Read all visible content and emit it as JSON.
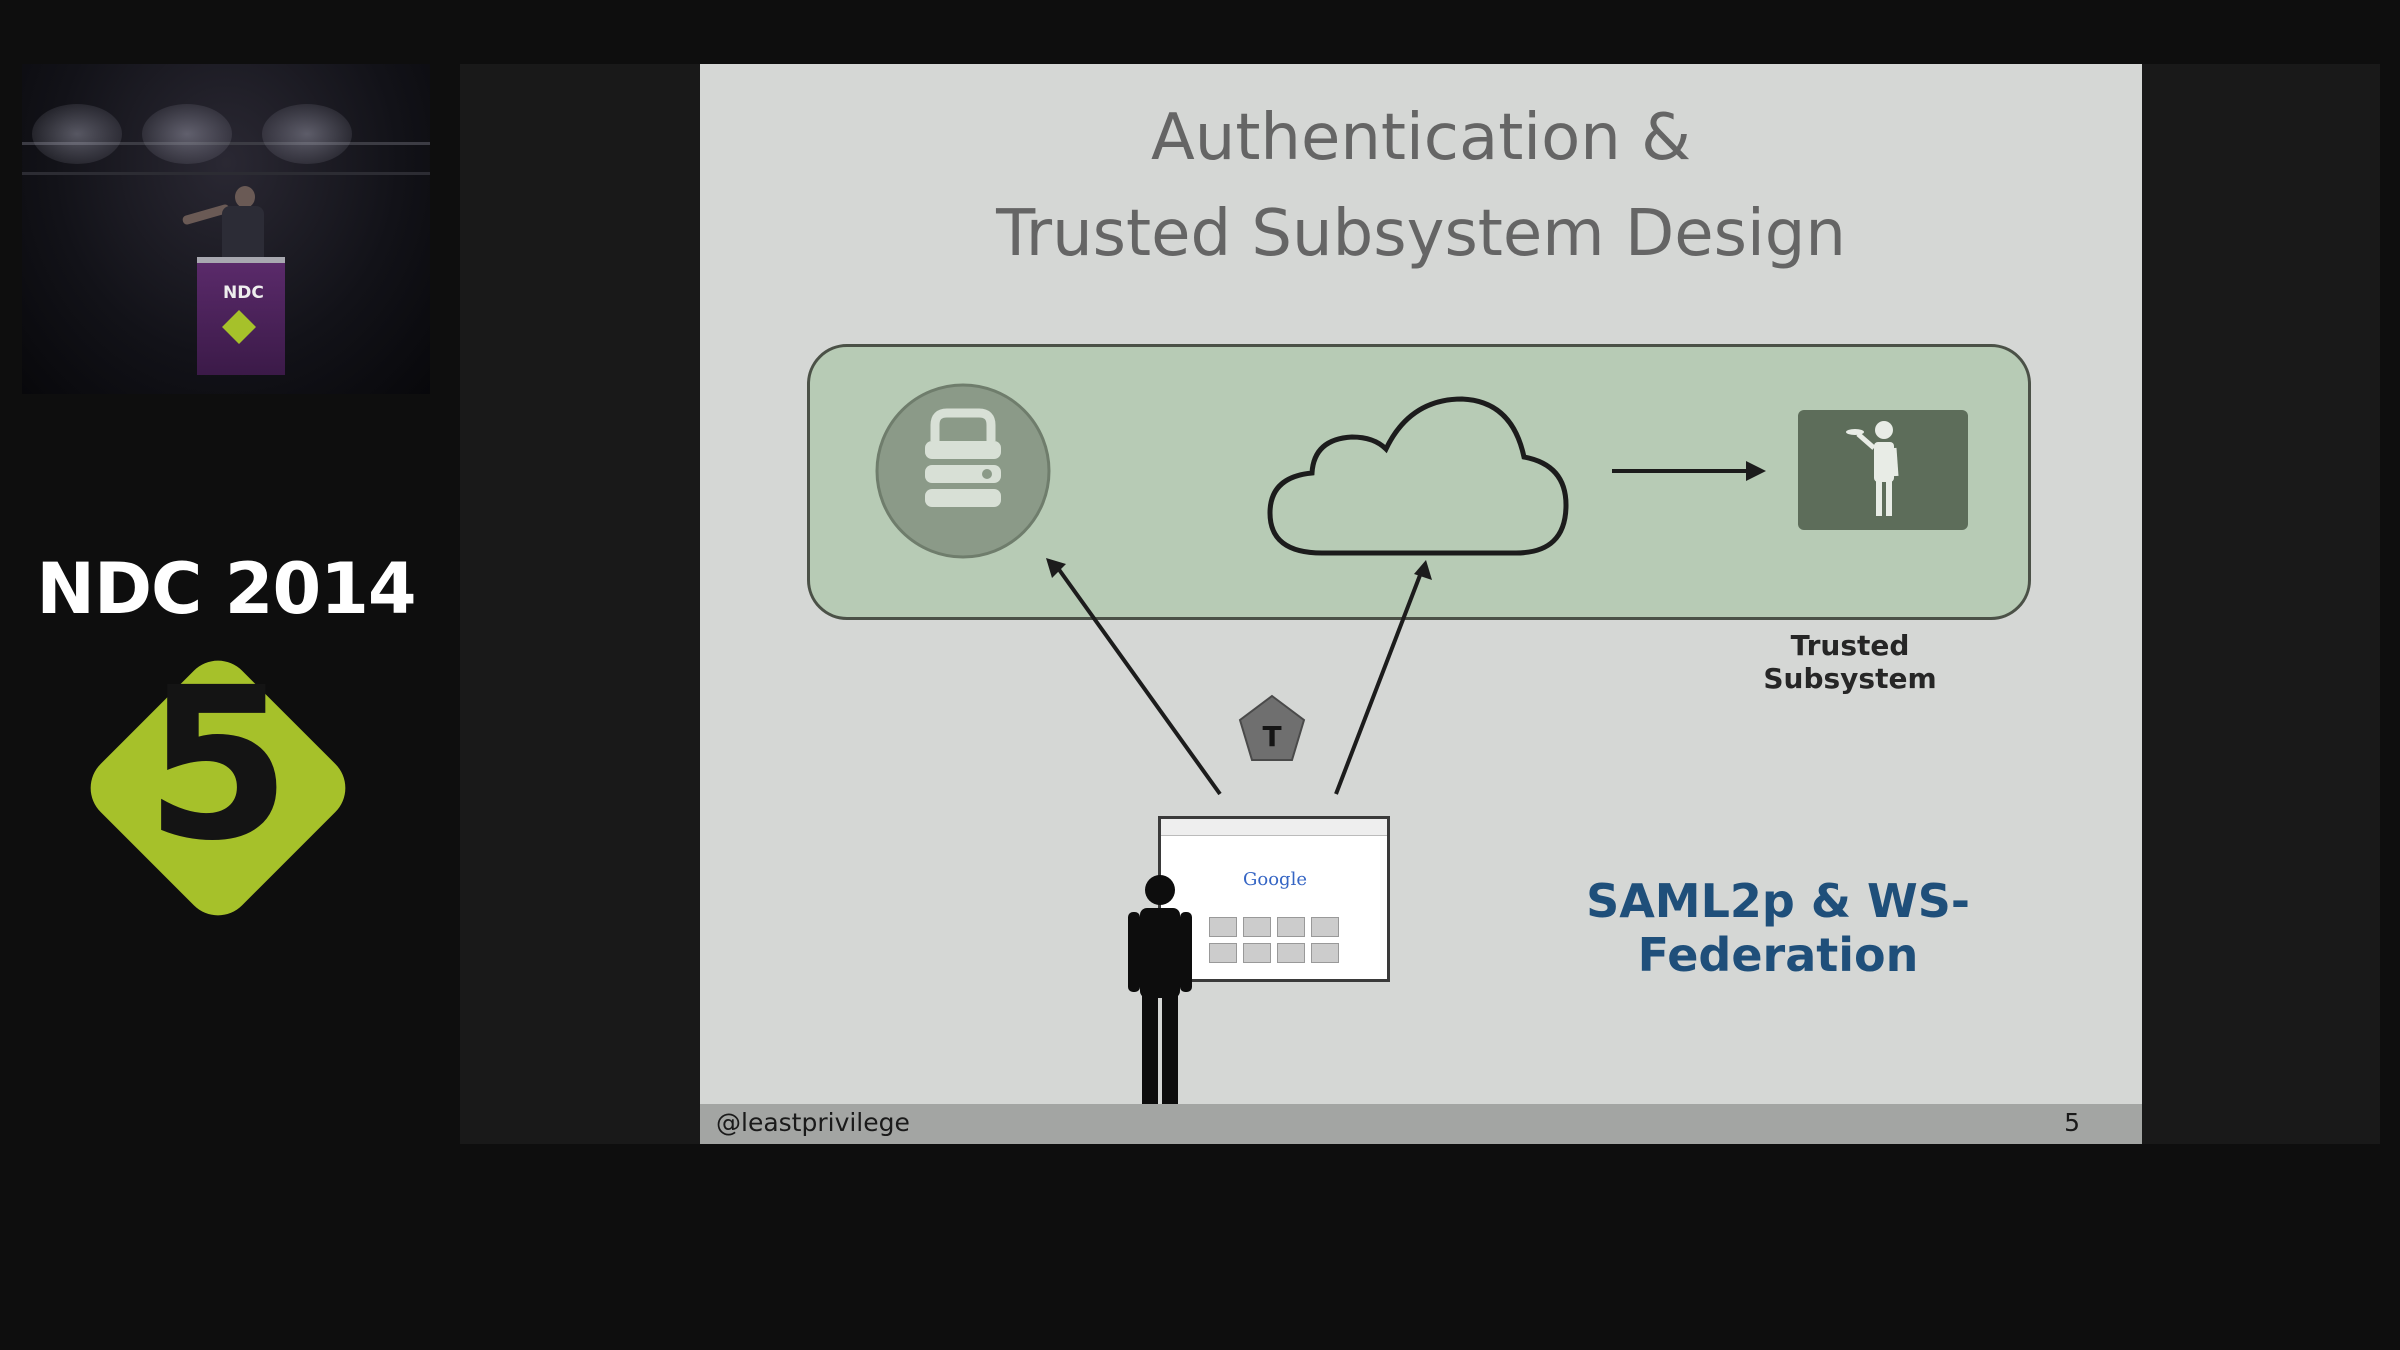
{
  "branding": {
    "event": "NDC 2014",
    "logo_number": "5",
    "podium_logo": "NDC",
    "accent_color": "#a6c12a"
  },
  "slide": {
    "title_line1": "Authentication &",
    "title_line2": "Trusted Subsystem Design",
    "subsystem_label": "Trusted Subsystem",
    "token_label": "T",
    "browser_logo": "Google",
    "protocol_label": "SAML2p & WS-Federation",
    "footer_handle": "@leastprivilege",
    "page_number": "5",
    "colors": {
      "background": "#d5d7d5",
      "subsystem_fill": "#b7cbb5",
      "icon_fill": "#5d6d5a",
      "protocol_text": "#1f4f7a"
    },
    "icons": [
      "lock-icon",
      "cloud-icon",
      "arrow-right-icon",
      "butler-icon",
      "token-icon",
      "browser-icon",
      "person-icon"
    ]
  }
}
